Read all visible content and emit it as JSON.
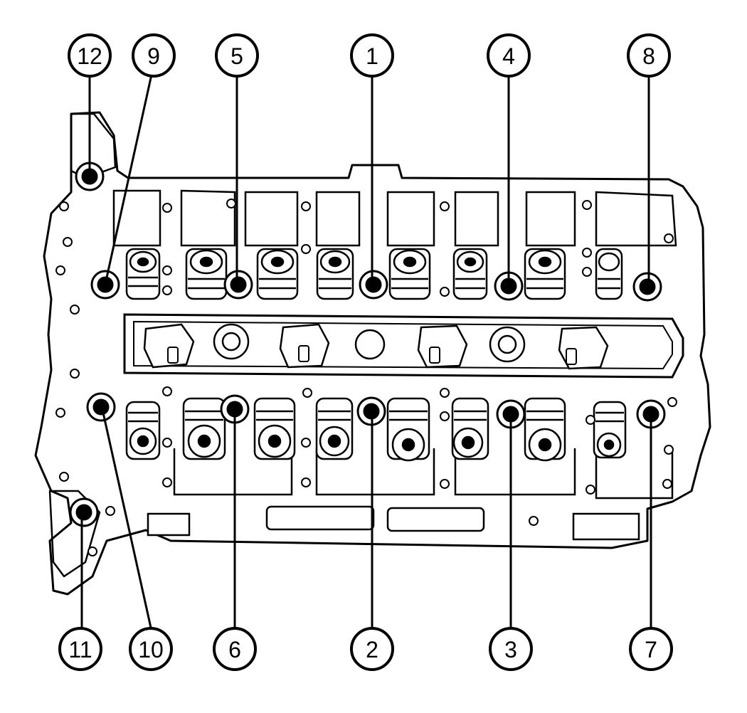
{
  "diagram": {
    "stroke_color": "#000000",
    "background_color": "#ffffff",
    "callouts": [
      {
        "id": "c1",
        "label": "1"
      },
      {
        "id": "c2",
        "label": "2"
      },
      {
        "id": "c3",
        "label": "3"
      },
      {
        "id": "c4",
        "label": "4"
      },
      {
        "id": "c5",
        "label": "5"
      },
      {
        "id": "c6",
        "label": "6"
      },
      {
        "id": "c7",
        "label": "7"
      },
      {
        "id": "c8",
        "label": "8"
      },
      {
        "id": "c9",
        "label": "9"
      },
      {
        "id": "c10",
        "label": "10"
      },
      {
        "id": "c11",
        "label": "11"
      },
      {
        "id": "c12",
        "label": "12"
      }
    ]
  }
}
